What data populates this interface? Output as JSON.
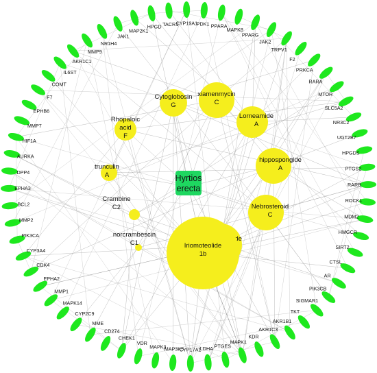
{
  "center": {
    "lines": [
      "Hyrtios",
      "erecta"
    ],
    "color": "#1ed760"
  },
  "colors": {
    "target": "#1ee81e",
    "compound": "#f5ee1d",
    "edge": "#9a9a9a"
  },
  "targets": [
    "PDK1",
    "PPARA",
    "MAPK8",
    "PPARG",
    "JAK2",
    "TRPV1",
    "F2",
    "PRKCA",
    "RARA",
    "MTOR",
    "SLC5A2",
    "NR3C2",
    "UGT2B7",
    "HPGDS",
    "PTGS2",
    "RARB",
    "ROCK1",
    "MDM2",
    "HMGCR",
    "SIRT2",
    "CTSL",
    "AR",
    "PIK3CB",
    "SIGMAR1",
    "TKT",
    "AKR1B1",
    "AKR1C3",
    "KDR",
    "MAPK1",
    "PTGES",
    "LDHA",
    "CYP17A1",
    "MAP3K5",
    "MAPK3",
    "VDR",
    "CHEK1",
    "CD274",
    "MME",
    "CYP2C9",
    "MAPK14",
    "MMP1",
    "EPHA2",
    "CDK4",
    "CYP3A4",
    "PIK3CA",
    "MMP2",
    "BCL2",
    "EPHA3",
    "DPP4",
    "AURKA",
    "HIF1A",
    "MMP7",
    "EPHB6",
    "F7",
    "COMT",
    "IL6ST",
    "AKR1C1",
    "MMP9",
    "NR1H4",
    "JAK1",
    "MAP2K1",
    "HPGD",
    "TACR1",
    "CYP19A1"
  ],
  "compounds": [
    {
      "lines": [
        "Cytoglobosin",
        "G"
      ],
      "icon": "circle-node"
    },
    {
      "lines": [
        "xiamenmycin",
        "C"
      ],
      "icon": "circle-node"
    },
    {
      "lines": [
        "Rhopaloic",
        "acid",
        "F"
      ],
      "icon": "circle-node"
    },
    {
      "lines": [
        "Lorneamide",
        "A"
      ],
      "icon": "circle-node"
    },
    {
      "lines": [
        "hippospongide",
        "A"
      ],
      "icon": "circle-node"
    },
    {
      "lines": [
        "trunculin",
        "A"
      ],
      "icon": "circle-node"
    },
    {
      "lines": [
        "Crambine",
        "C2"
      ],
      "icon": "circle-node"
    },
    {
      "lines": [
        "Nebrosteroid",
        "C"
      ],
      "icon": "circle-node"
    },
    {
      "lines": [
        "norcrambescin",
        "C1"
      ],
      "icon": "circle-node"
    },
    {
      "lines": [
        "Unieodolide",
        "A"
      ],
      "icon": "circle-node"
    },
    {
      "lines": [
        "Iriomoteolide",
        "1b"
      ],
      "icon": "circle-node"
    }
  ]
}
